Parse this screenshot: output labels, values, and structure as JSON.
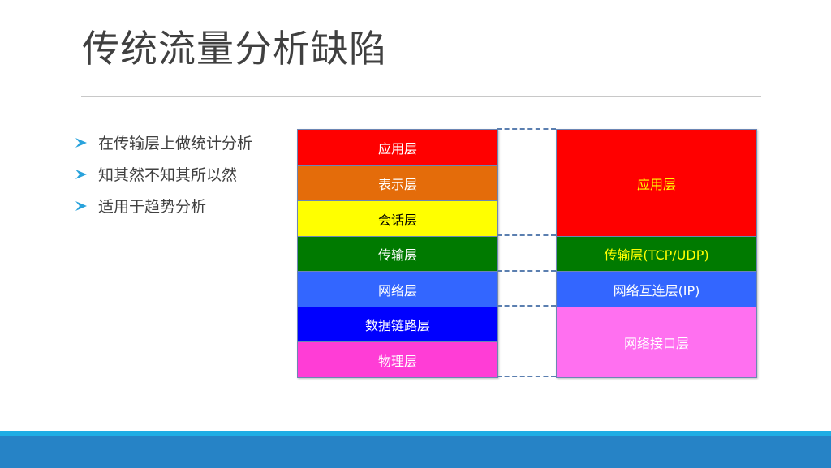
{
  "slide": {
    "title": "传统流量分析缺陷",
    "bullets": [
      "在传输层上做统计分析",
      "知其然不知其所以然",
      "适用于趋势分析"
    ],
    "bullet_icon": "arrow-bullet-icon",
    "colors": {
      "title_text": "#404040",
      "bullet_arrow": "#2aa3dc",
      "footer_stripe": "#1fade4",
      "footer_bar": "#2683c6"
    }
  },
  "diagram": {
    "osi_model": {
      "layers": [
        {
          "label": "应用层",
          "color": "#ff0000",
          "text_color": "#ffffff"
        },
        {
          "label": "表示层",
          "color": "#e46c0a",
          "text_color": "#ffffff"
        },
        {
          "label": "会话层",
          "color": "#ffff00",
          "text_color": "#000000"
        },
        {
          "label": "传输层",
          "color": "#007a00",
          "text_color": "#ffffff"
        },
        {
          "label": "网络层",
          "color": "#3366ff",
          "text_color": "#ffffff"
        },
        {
          "label": "数据链路层",
          "color": "#0000ff",
          "text_color": "#ffffff"
        },
        {
          "label": "物理层",
          "color": "#ff3dd6",
          "text_color": "#ffffff"
        }
      ]
    },
    "tcpip_model": {
      "layers": [
        {
          "label": "应用层",
          "color": "#ff0000",
          "text_color": "#ffff00"
        },
        {
          "label": "传输层(TCP/UDP)",
          "color": "#007a00",
          "text_color": "#ffff00"
        },
        {
          "label": "网络互连层(IP)",
          "color": "#3366ff",
          "text_color": "#ffffff"
        },
        {
          "label": "网络接口层",
          "color": "#ff70f0",
          "text_color": "#ffffff"
        }
      ]
    }
  }
}
